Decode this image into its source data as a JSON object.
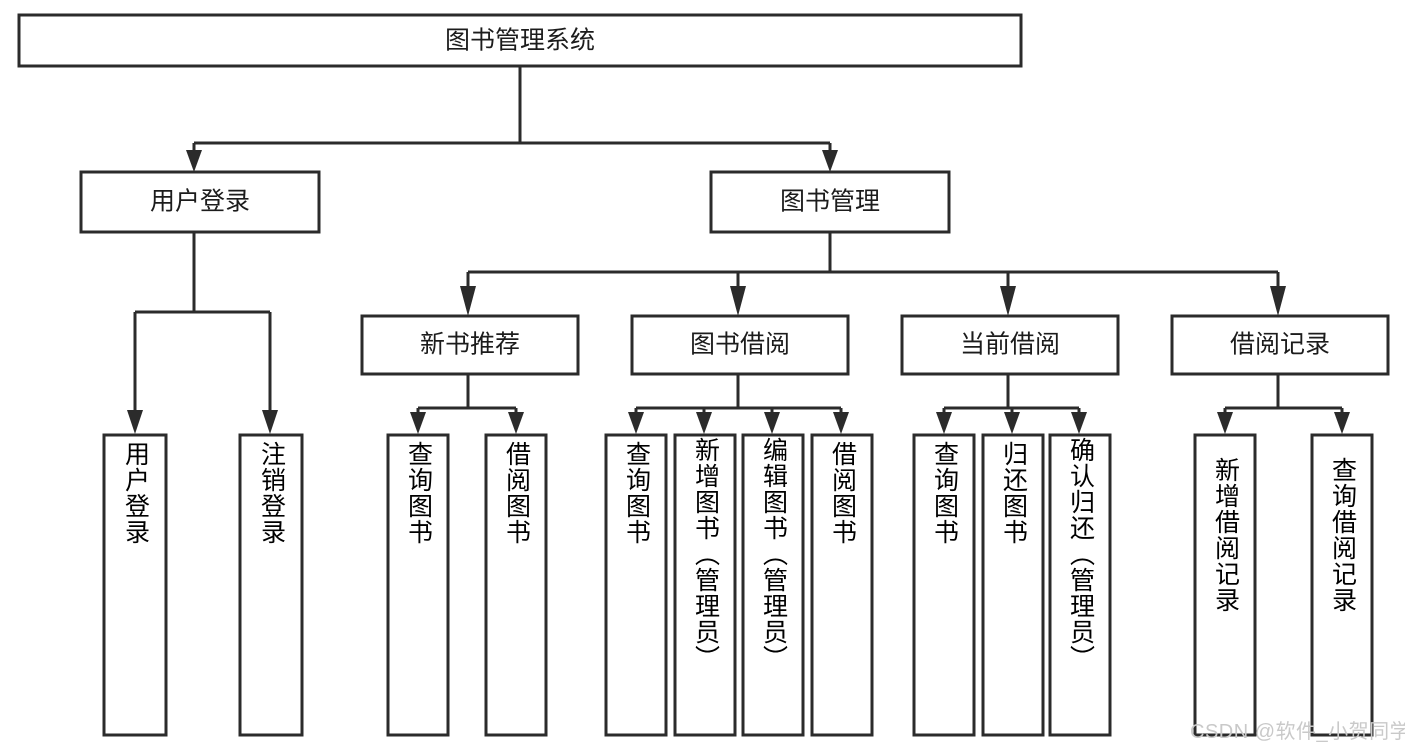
{
  "diagram": {
    "type": "tree-hierarchy-diagram",
    "title": "图书管理系统",
    "orientation": "top-down",
    "levels": 4,
    "colors": {
      "background": "#ffffff",
      "box_fill": "#ffffff",
      "box_stroke": "#2b2b2b",
      "text": "#1c1c1c",
      "connector": "#2b2b2b",
      "watermark": "#c9c9c9"
    },
    "root": {
      "id": "root",
      "label": "图书管理系统",
      "text_orientation": "horizontal"
    },
    "level2": [
      {
        "id": "user-login",
        "label": "用户登录",
        "text_orientation": "horizontal"
      },
      {
        "id": "book-management",
        "label": "图书管理",
        "text_orientation": "horizontal"
      }
    ],
    "level3": [
      {
        "id": "new-book-recommend",
        "label": "新书推荐",
        "parent": "book-management",
        "text_orientation": "horizontal"
      },
      {
        "id": "book-borrow",
        "label": "图书借阅",
        "parent": "book-management",
        "text_orientation": "horizontal"
      },
      {
        "id": "current-borrow",
        "label": "当前借阅",
        "parent": "book-management",
        "text_orientation": "horizontal"
      },
      {
        "id": "borrow-record",
        "label": "借阅记录",
        "parent": "book-management",
        "text_orientation": "horizontal"
      }
    ],
    "leaves": [
      {
        "id": "leaf-user-login",
        "label": "用户登录",
        "parent": "user-login",
        "text_orientation": "vertical"
      },
      {
        "id": "leaf-logout",
        "label": "注销登录",
        "parent": "user-login",
        "text_orientation": "vertical"
      },
      {
        "id": "leaf-query-book-1",
        "label": "查询图书",
        "parent": "new-book-recommend",
        "text_orientation": "vertical"
      },
      {
        "id": "leaf-borrow-book-1",
        "label": "借阅图书",
        "parent": "new-book-recommend",
        "text_orientation": "vertical"
      },
      {
        "id": "leaf-query-book-2",
        "label": "查询图书",
        "parent": "book-borrow",
        "text_orientation": "vertical"
      },
      {
        "id": "leaf-add-book",
        "label": "新增图书（管理员）",
        "parent": "book-borrow",
        "text_orientation": "vertical"
      },
      {
        "id": "leaf-edit-book",
        "label": "编辑图书（管理员）",
        "parent": "book-borrow",
        "text_orientation": "vertical"
      },
      {
        "id": "leaf-borrow-book-2",
        "label": "借阅图书",
        "parent": "book-borrow",
        "text_orientation": "vertical"
      },
      {
        "id": "leaf-query-book-3",
        "label": "查询图书",
        "parent": "current-borrow",
        "text_orientation": "vertical"
      },
      {
        "id": "leaf-return-book",
        "label": "归还图书",
        "parent": "current-borrow",
        "text_orientation": "vertical"
      },
      {
        "id": "leaf-confirm-return",
        "label": "确认归还（管理员）",
        "parent": "current-borrow",
        "text_orientation": "vertical"
      },
      {
        "id": "leaf-add-record",
        "label": "新增借阅记录",
        "parent": "borrow-record",
        "text_orientation": "vertical"
      },
      {
        "id": "leaf-query-record",
        "label": "查询借阅记录",
        "parent": "borrow-record",
        "text_orientation": "vertical"
      }
    ]
  },
  "watermark": {
    "text": "CSDN @软件_小贺同学"
  }
}
